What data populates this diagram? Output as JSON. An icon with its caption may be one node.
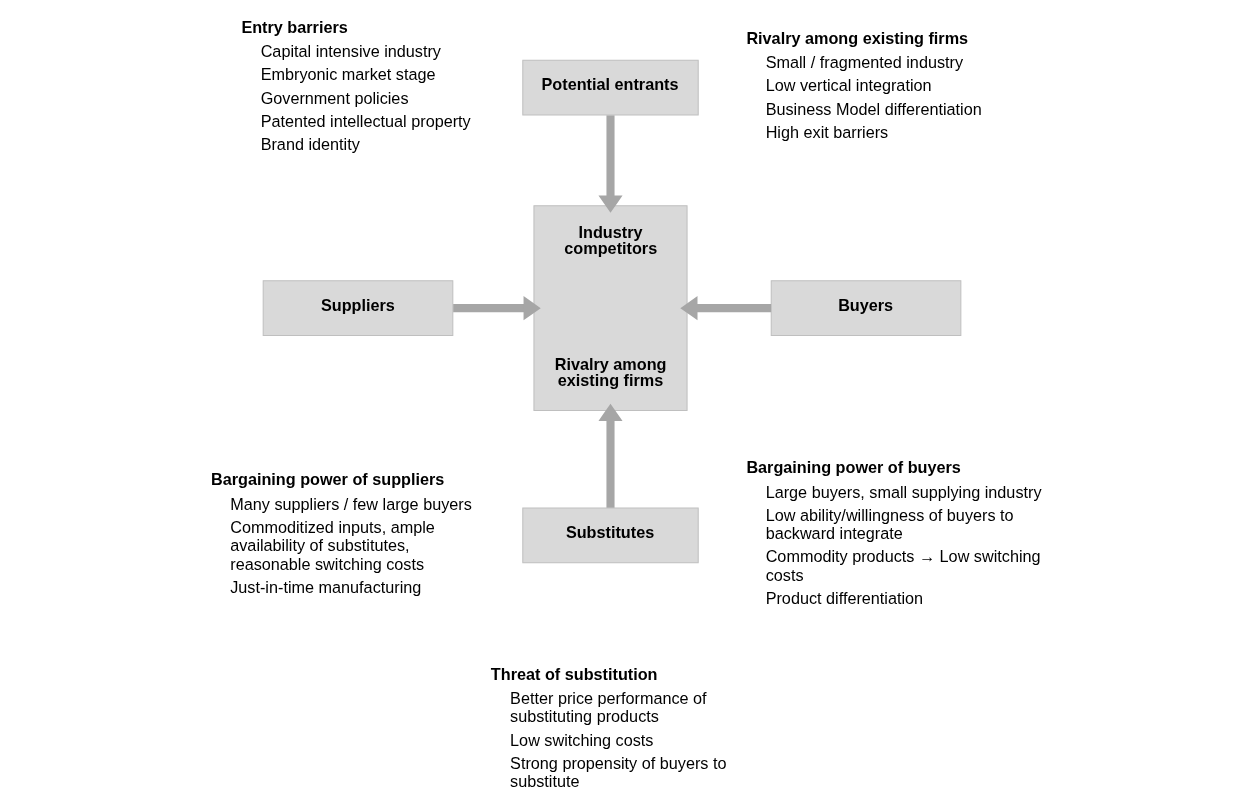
{
  "diagram": {
    "nodes": [
      {
        "text": [
          "Potential entrants"
        ]
      },
      {
        "text": [
          "Industry competitors",
          "Rivalry among existing firms"
        ]
      },
      {
        "text": [
          "Suppliers"
        ]
      },
      {
        "text": [
          "Buyers"
        ]
      },
      {
        "text": [
          "Substitutes"
        ]
      }
    ],
    "edges": [
      {
        "from": 0,
        "to": 1,
        "arrow": "to"
      },
      {
        "from": 2,
        "to": 1,
        "arrow": "to"
      },
      {
        "from": 3,
        "to": 1,
        "arrow": "to"
      },
      {
        "from": 4,
        "to": 1,
        "arrow": "to"
      }
    ],
    "labels": [
      "Entry barriers",
      "Capital intensive industry",
      "Embryonic market stage",
      "Government policies",
      "Patented intellectual property",
      "Brand identity",
      "Rivalry among existing firms",
      "Small / fragmented industry",
      "Low vertical integration",
      "Business Model differentiation",
      "High exit barriers",
      "Bargaining power of suppliers",
      "Many suppliers / few large buyers",
      "Commoditized inputs, ample availability of substitutes, reasonable switching costs",
      "Just-in-time manufacturing",
      "Bargaining power of buyers",
      "Large buyers, small supplying industry",
      "Low ability/willingness of buyers to backward integrate",
      "Commodity products → Low switching costs",
      "Product differentiation",
      "Threat of substitution",
      "Better price performance of substituting products",
      "Low switching costs",
      "Strong propensity of buyers to substitute"
    ]
  }
}
